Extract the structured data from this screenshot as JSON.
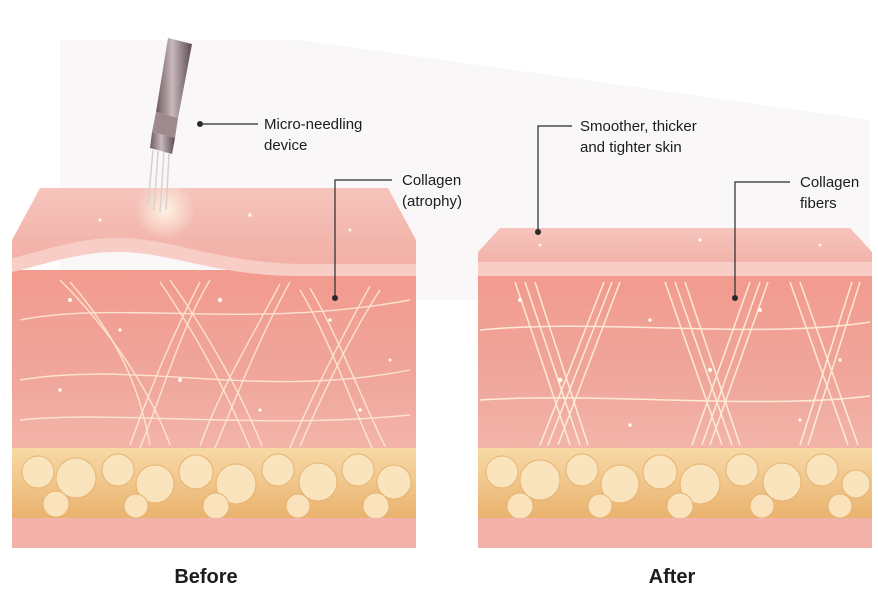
{
  "before_panel": {
    "caption": "Before",
    "device_label_line1": "Micro-needling",
    "device_label_line2": "device",
    "collagen_label_line1": "Collagen",
    "collagen_label_line2": "(atrophy)"
  },
  "after_panel": {
    "caption": "After",
    "skin_label_line1": "Smoother, thicker",
    "skin_label_line2": "and tighter skin",
    "collagen_label_line1": "Collagen",
    "collagen_label_line2": "fibers"
  },
  "colors": {
    "skin_surface": "#f3b3aa",
    "dermis": "#ef9d93",
    "fat": "#f2c98a",
    "collagen": "#fff1d6",
    "leader_line": "#2a2a2a"
  }
}
